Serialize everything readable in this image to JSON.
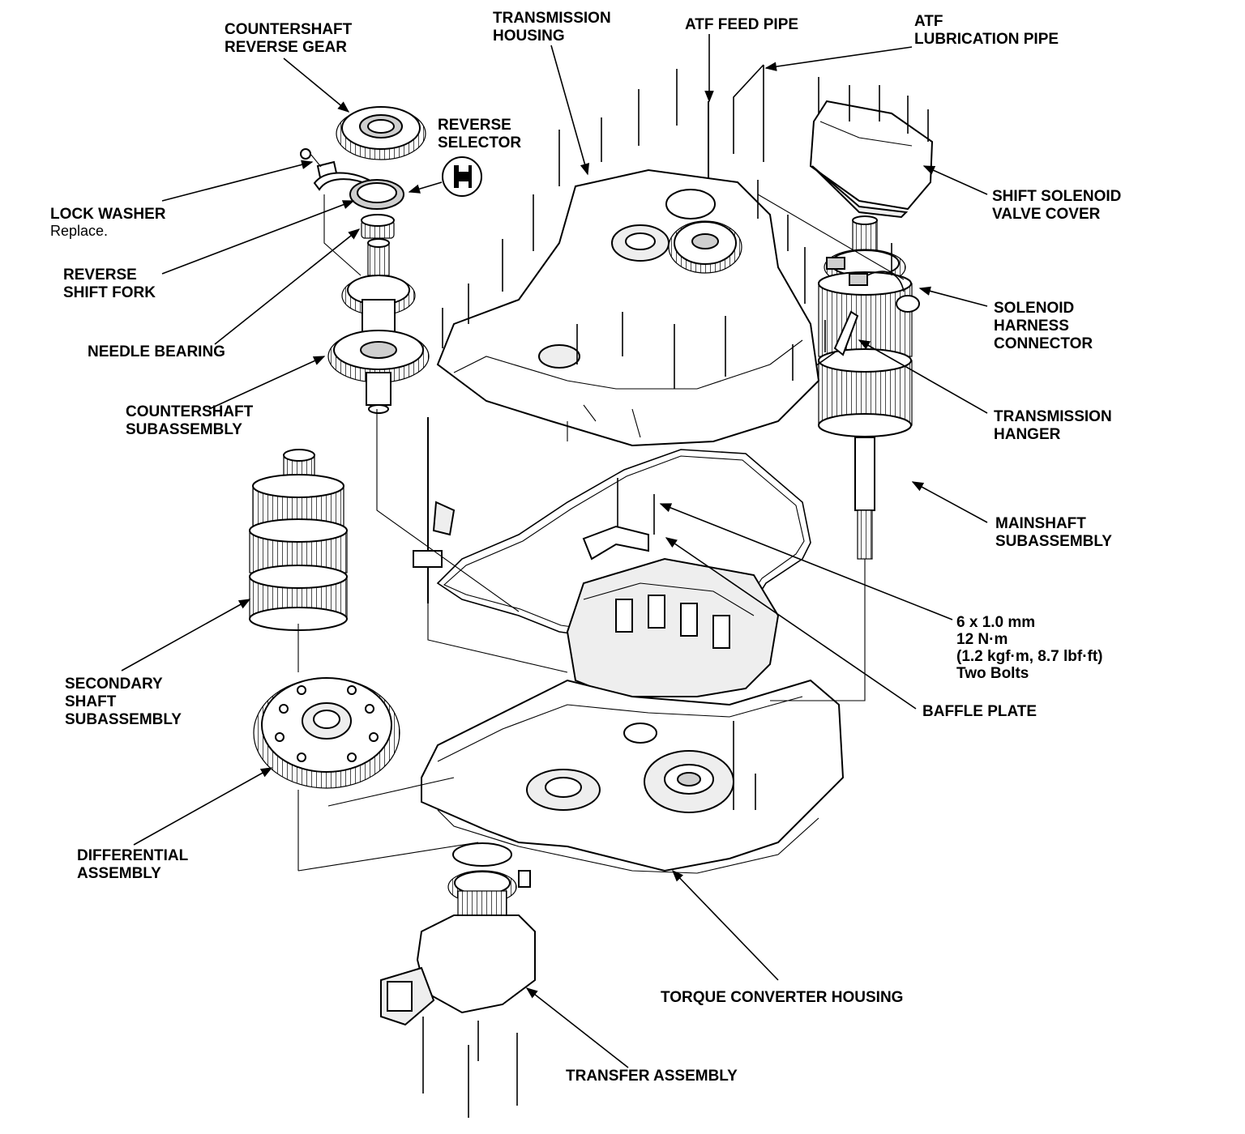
{
  "labels": {
    "countershaft_reverse_gear": [
      "COUNTERSHAFT",
      "REVERSE GEAR"
    ],
    "transmission_housing": [
      "TRANSMISSION",
      "HOUSING"
    ],
    "atf_feed_pipe": [
      "ATF FEED PIPE"
    ],
    "atf_lubrication_pipe": [
      "ATF",
      "LUBRICATION PIPE"
    ],
    "reverse_selector": [
      "REVERSE",
      "SELECTOR"
    ],
    "lock_washer": [
      "LOCK WASHER"
    ],
    "lock_washer_note": "Replace.",
    "reverse_shift_fork": [
      "REVERSE",
      "SHIFT FORK"
    ],
    "needle_bearing": [
      "NEEDLE BEARING"
    ],
    "countershaft_subassembly": [
      "COUNTERSHAFT",
      "SUBASSEMBLY"
    ],
    "shift_solenoid_valve_cover": [
      "SHIFT SOLENOID",
      "VALVE COVER"
    ],
    "solenoid_harness_connector": [
      "SOLENOID",
      "HARNESS",
      "CONNECTOR"
    ],
    "transmission_hanger": [
      "TRANSMISSION",
      "HANGER"
    ],
    "mainshaft_subassembly": [
      "MAINSHAFT",
      "SUBASSEMBLY"
    ],
    "bolt_spec": [
      "6 x 1.0 mm",
      "12 N·m",
      "(1.2 kgf·m, 8.7 lbf·ft)",
      "Two Bolts"
    ],
    "baffle_plate": [
      "BAFFLE PLATE"
    ],
    "secondary_shaft_subassembly": [
      "SECONDARY",
      "SHAFT",
      "SUBASSEMBLY"
    ],
    "differential_assembly": [
      "DIFFERENTIAL",
      "ASSEMBLY"
    ],
    "torque_converter_housing": [
      "TORQUE CONVERTER HOUSING"
    ],
    "transfer_assembly": [
      "TRANSFER ASSEMBLY"
    ]
  },
  "icons": {
    "reverse_selector_symbol": "reverse-selector-icon"
  },
  "colors": {
    "ink": "#000000",
    "paper": "#ffffff"
  }
}
